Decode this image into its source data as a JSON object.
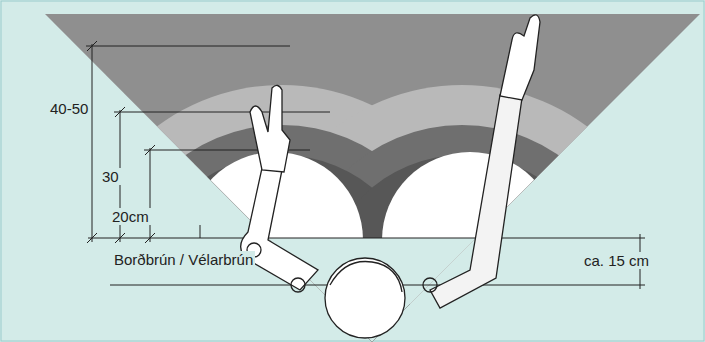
{
  "diagram": {
    "labels": [
      "40-50",
      "30",
      "20cm",
      "Borðbrún / Vélarbrún",
      "ca. 15 cm"
    ]
  }
}
